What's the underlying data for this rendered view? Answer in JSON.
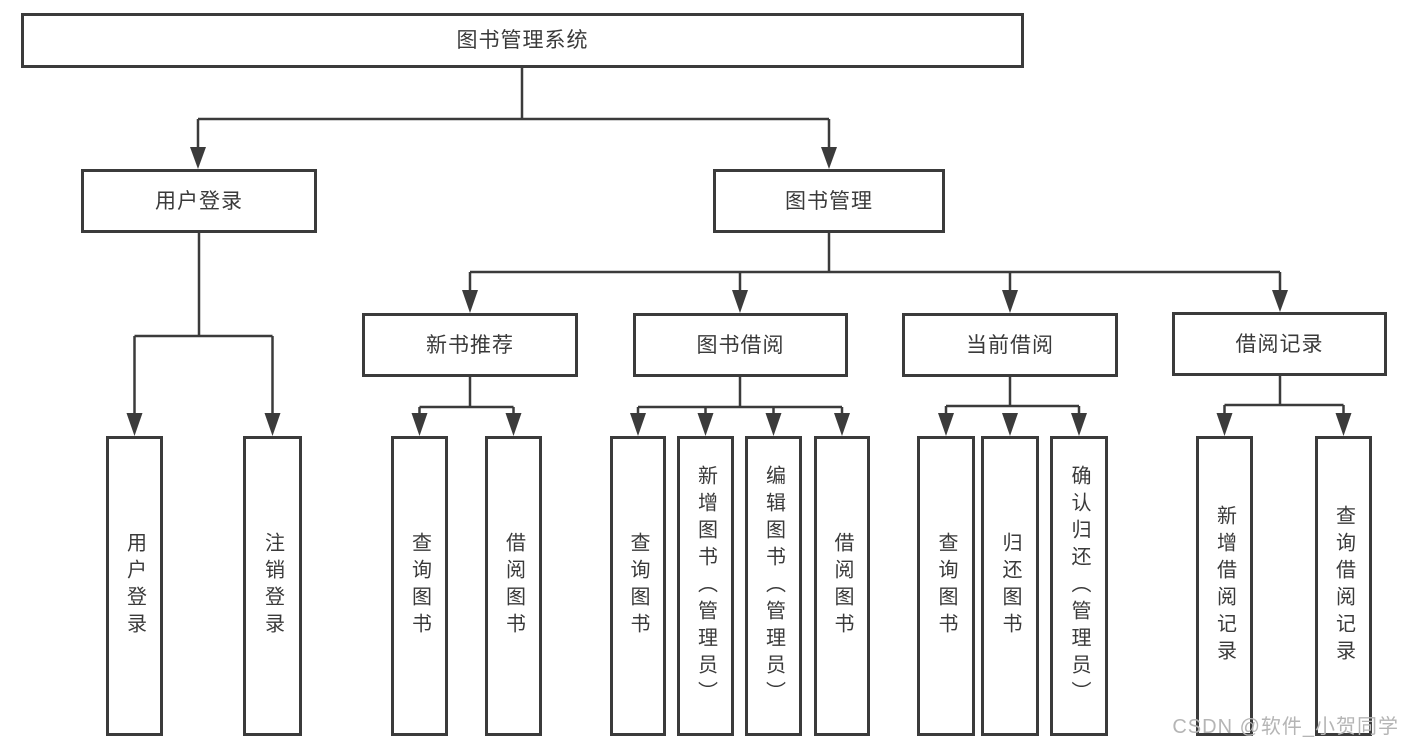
{
  "colors": {
    "line": "#3b3b3b",
    "text": "#3a3a3a",
    "watermark": "#b5b5b5",
    "background": "#ffffff"
  },
  "watermark": {
    "text": "CSDN @软件_小贺同学"
  },
  "tree": {
    "root": {
      "label": "图书管理系统",
      "children": [
        {
          "label": "用户登录",
          "children": [
            {
              "label": "用户登录"
            },
            {
              "label": "注销登录"
            }
          ]
        },
        {
          "label": "图书管理",
          "children": [
            {
              "label": "新书推荐",
              "children": [
                {
                  "label": "查询图书"
                },
                {
                  "label": "借阅图书"
                }
              ]
            },
            {
              "label": "图书借阅",
              "children": [
                {
                  "label": "查询图书"
                },
                {
                  "label": "新增图书（管理员）"
                },
                {
                  "label": "编辑图书（管理员）"
                },
                {
                  "label": "借阅图书"
                }
              ]
            },
            {
              "label": "当前借阅",
              "children": [
                {
                  "label": "查询图书"
                },
                {
                  "label": "归还图书"
                },
                {
                  "label": "确认归还（管理员）"
                }
              ]
            },
            {
              "label": "借阅记录",
              "children": [
                {
                  "label": "新增借阅记录"
                },
                {
                  "label": "查询借阅记录"
                }
              ]
            }
          ]
        }
      ]
    }
  }
}
